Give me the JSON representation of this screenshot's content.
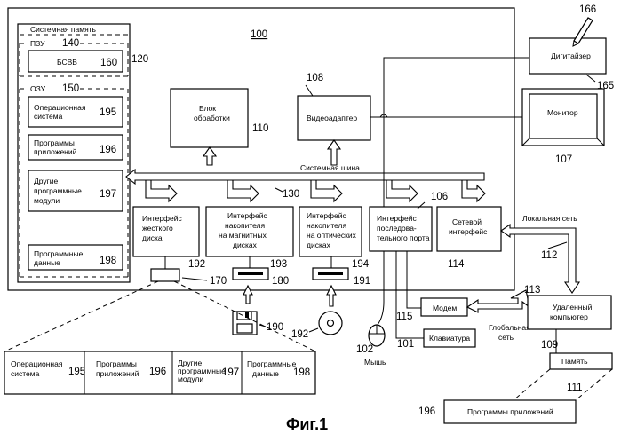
{
  "figure": {
    "caption": "Фиг.1",
    "ref_system": "100"
  },
  "system_memory": {
    "title": "Системная память",
    "ref": "120",
    "rom": {
      "label": "ПЗУ",
      "ref": "140",
      "bios_label": "БСВВ",
      "bios_ref": "160"
    },
    "ram": {
      "label": "ОЗУ",
      "ref": "150",
      "items": [
        {
          "label": [
            "Операционная",
            "система"
          ],
          "ref": "195"
        },
        {
          "label": [
            "Программы",
            "приложений"
          ],
          "ref": "196"
        },
        {
          "label": [
            "Другие",
            "программные",
            "модули"
          ],
          "ref": "197"
        },
        {
          "label": [
            "Программные",
            "данные"
          ],
          "ref": "198"
        }
      ]
    }
  },
  "processing_unit": {
    "label": [
      "Блок",
      "обработки"
    ],
    "ref": "110"
  },
  "video_adapter": {
    "label": "Видеоадаптер",
    "ref": "108"
  },
  "system_bus": {
    "label": "Системная  шина",
    "ref": "130"
  },
  "interfaces": [
    {
      "id": "hdd",
      "label": [
        "Интерфейс",
        "жесткого",
        "диска"
      ],
      "ref": "192"
    },
    {
      "id": "mag",
      "label": [
        "Интерфейс",
        "накопителя",
        "на магнитных",
        "дисках"
      ],
      "ref": "193"
    },
    {
      "id": "opt",
      "label": [
        "Интерфейс",
        "накопителя",
        "на оптических",
        "дисках"
      ],
      "ref": "194"
    },
    {
      "id": "ser",
      "label": [
        "Интерфейс",
        "последова-",
        "тельного порта"
      ],
      "ref": "106"
    },
    {
      "id": "net",
      "label": [
        "Сетевой",
        "интерфейс"
      ],
      "ref": "114"
    }
  ],
  "devices": {
    "hdd_ref": "170",
    "floppy_drive_ref": "180",
    "optical_drive_ref": "191",
    "floppy_disk_ref": "190",
    "optical_disk_ref": "192",
    "mouse": {
      "label": "Мышь",
      "ref": "102"
    },
    "keyboard": {
      "label": "Клавиатура",
      "ref": "101"
    },
    "modem": {
      "label": "Модем",
      "ref": "115"
    },
    "digitizer": {
      "label": "Дигитайзер",
      "ref": "165",
      "pen_ref": "166"
    },
    "monitor": {
      "label": "Монитор",
      "ref": "107"
    }
  },
  "hdd_contents": [
    {
      "label": [
        "Операционная",
        "система"
      ],
      "ref": "195"
    },
    {
      "label": [
        "Программы",
        "приложений"
      ],
      "ref": "196"
    },
    {
      "label": [
        "Другие",
        "программные",
        "модули"
      ],
      "ref": "197"
    },
    {
      "label": [
        "Программные",
        "данные"
      ],
      "ref": "198"
    }
  ],
  "network": {
    "lan_label": "Локальная сеть",
    "lan_ref": "112",
    "wan_label": [
      "Глобальная",
      "сеть"
    ],
    "wan_ref": "113"
  },
  "remote": {
    "computer_label": [
      "Удаленный",
      "компьютер"
    ],
    "computer_ref": "109",
    "memory_label": "Память",
    "memory_ref": "111",
    "apps_label": "Программы приложений",
    "apps_ref": "196"
  }
}
